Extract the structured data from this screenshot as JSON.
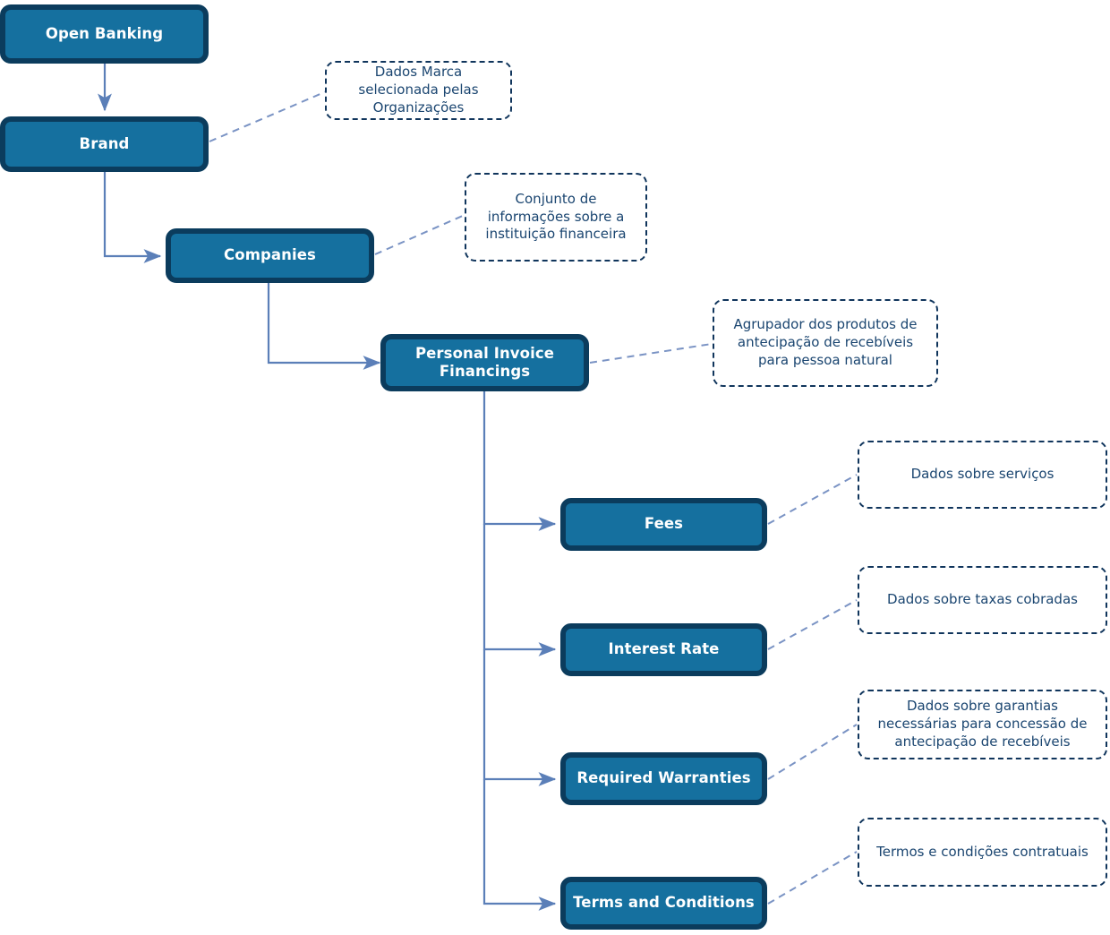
{
  "diagram": {
    "title": "Open Banking - Personal Invoice Financings hierarchy",
    "colors": {
      "node_fill": "#15709f",
      "node_border": "#0b3c5d",
      "node_text": "#ffffff",
      "connector": "#5b7fb8",
      "note_border": "#10355c",
      "note_text": "#1a4570",
      "background": "#ffffff"
    },
    "nodes": [
      {
        "id": "open-banking",
        "label": "Open Banking"
      },
      {
        "id": "brand",
        "label": "Brand"
      },
      {
        "id": "companies",
        "label": "Companies"
      },
      {
        "id": "personal-invoice-financings",
        "label": "Personal Invoice\nFinancings",
        "line1": "Personal Invoice",
        "line2": "Financings"
      },
      {
        "id": "fees",
        "label": "Fees"
      },
      {
        "id": "interest-rate",
        "label": "Interest Rate"
      },
      {
        "id": "required-warranties",
        "label": "Required Warranties"
      },
      {
        "id": "terms-and-conditions",
        "label": "Terms and Conditions"
      }
    ],
    "notes": [
      {
        "id": "note-brand",
        "for": "brand",
        "text": "Dados Marca selecionada pelas Organizações"
      },
      {
        "id": "note-companies",
        "for": "companies",
        "text": "Conjunto de informações sobre a instituição financeira"
      },
      {
        "id": "note-pif",
        "for": "personal-invoice-financings",
        "text": "Agrupador dos produtos de antecipação de recebíveis para pessoa natural"
      },
      {
        "id": "note-fees",
        "for": "fees",
        "text": "Dados sobre serviços"
      },
      {
        "id": "note-interest",
        "for": "interest-rate",
        "text": "Dados sobre taxas cobradas"
      },
      {
        "id": "note-warranties",
        "for": "required-warranties",
        "text": "Dados sobre garantias necessárias para concessão de antecipação de recebíveis"
      },
      {
        "id": "note-terms",
        "for": "terms-and-conditions",
        "text": "Termos e condições contratuais"
      }
    ],
    "edges": [
      {
        "from": "open-banking",
        "to": "brand",
        "style": "solid-arrow"
      },
      {
        "from": "brand",
        "to": "companies",
        "style": "solid-arrow"
      },
      {
        "from": "companies",
        "to": "personal-invoice-financings",
        "style": "solid-arrow"
      },
      {
        "from": "personal-invoice-financings",
        "to": "fees",
        "style": "solid-arrow"
      },
      {
        "from": "personal-invoice-financings",
        "to": "interest-rate",
        "style": "solid-arrow"
      },
      {
        "from": "personal-invoice-financings",
        "to": "required-warranties",
        "style": "solid-arrow"
      },
      {
        "from": "personal-invoice-financings",
        "to": "terms-and-conditions",
        "style": "solid-arrow"
      },
      {
        "from": "brand",
        "to": "note-brand",
        "style": "dashed-leader"
      },
      {
        "from": "companies",
        "to": "note-companies",
        "style": "dashed-leader"
      },
      {
        "from": "personal-invoice-financings",
        "to": "note-pif",
        "style": "dashed-leader"
      },
      {
        "from": "fees",
        "to": "note-fees",
        "style": "dashed-leader"
      },
      {
        "from": "interest-rate",
        "to": "note-interest",
        "style": "dashed-leader"
      },
      {
        "from": "required-warranties",
        "to": "note-warranties",
        "style": "dashed-leader"
      },
      {
        "from": "terms-and-conditions",
        "to": "note-terms",
        "style": "dashed-leader"
      }
    ]
  }
}
